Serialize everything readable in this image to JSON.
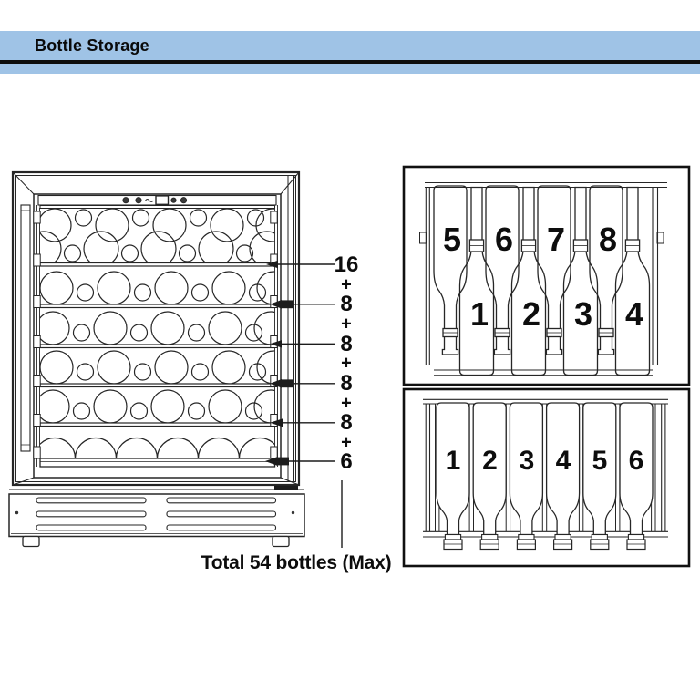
{
  "header": {
    "title": "Bottle Storage",
    "band_color": "#9fc3e6",
    "rule_color": "#0d0d0d"
  },
  "fridge_diagram": {
    "line_color": "#262626",
    "counts": [
      "16",
      "+",
      "8",
      "+",
      "8",
      "+",
      "8",
      "+",
      "8",
      "+",
      "6"
    ],
    "shelf_counts": [
      16,
      8,
      8,
      8,
      8,
      6
    ],
    "total_label": "Total 54 bottles (Max)",
    "control_panel_icons": [
      "button-icon",
      "button-icon",
      "wave-icon",
      "display-icon",
      "button-icon",
      "button-icon"
    ]
  },
  "shelf_panels": {
    "top": {
      "upper_labels": [
        "5",
        "6",
        "7",
        "8"
      ],
      "lower_labels": [
        "1",
        "2",
        "3",
        "4"
      ]
    },
    "bottom": {
      "labels": [
        "1",
        "2",
        "3",
        "4",
        "5",
        "6"
      ]
    }
  }
}
